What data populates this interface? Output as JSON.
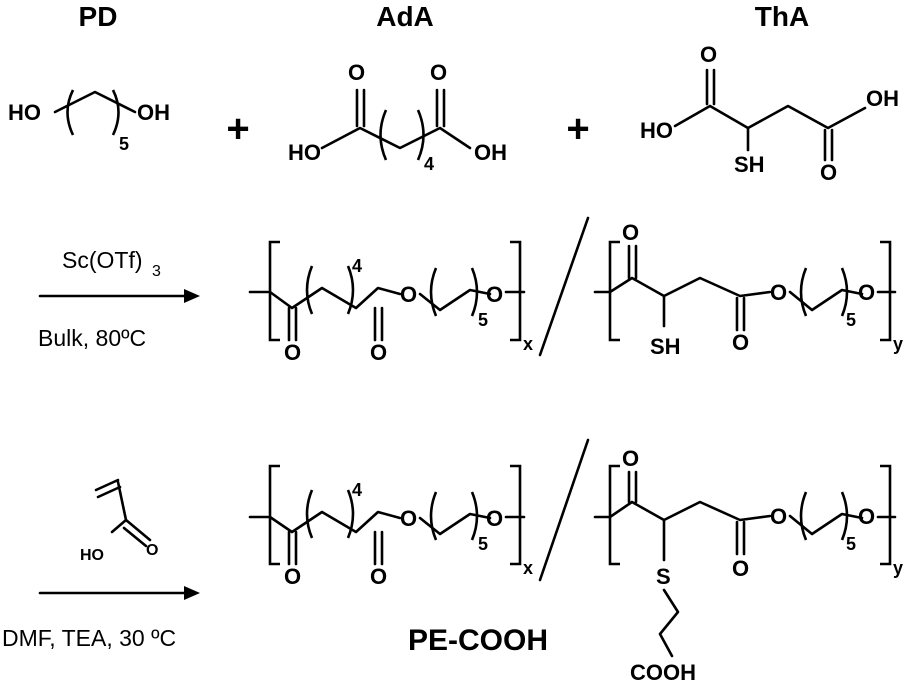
{
  "labels": {
    "pd": "PD",
    "ada": "AdA",
    "tha": "ThA",
    "plus": "+",
    "product": "PE-COOH"
  },
  "atoms": {
    "ho": "HO",
    "oh": "OH",
    "o": "O",
    "sh": "SH",
    "s": "S",
    "cooh": "COOH",
    "ho_small": "HO"
  },
  "subscripts": {
    "five": "5",
    "four": "4",
    "x": "x",
    "y": "y",
    "three": "3"
  },
  "conditions": {
    "step1_catalyst": "Sc(OTf)",
    "step1_catalyst_sub": "3",
    "step1_temp": "Bulk, 80ºC",
    "step2_temp": "DMF, TEA, 30 ºC"
  }
}
